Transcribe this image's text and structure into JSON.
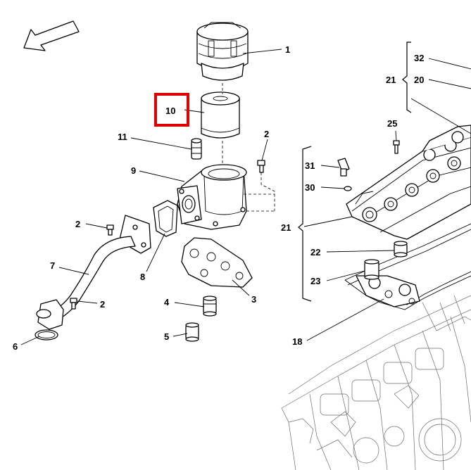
{
  "diagram": {
    "callouts": [
      {
        "id": "c1",
        "text": "1"
      },
      {
        "id": "c2a",
        "text": "2"
      },
      {
        "id": "c2b",
        "text": "2"
      },
      {
        "id": "c2c",
        "text": "2"
      },
      {
        "id": "c3",
        "text": "3"
      },
      {
        "id": "c4",
        "text": "4"
      },
      {
        "id": "c5",
        "text": "5"
      },
      {
        "id": "c6",
        "text": "6"
      },
      {
        "id": "c7",
        "text": "7"
      },
      {
        "id": "c8",
        "text": "8"
      },
      {
        "id": "c9",
        "text": "9"
      },
      {
        "id": "c10",
        "text": "10"
      },
      {
        "id": "c11",
        "text": "11"
      },
      {
        "id": "c18",
        "text": "18"
      },
      {
        "id": "c20",
        "text": "20"
      },
      {
        "id": "c21a",
        "text": "21"
      },
      {
        "id": "c21b",
        "text": "21"
      },
      {
        "id": "c22",
        "text": "22"
      },
      {
        "id": "c23",
        "text": "23"
      },
      {
        "id": "c25",
        "text": "25"
      },
      {
        "id": "c30",
        "text": "30"
      },
      {
        "id": "c31",
        "text": "31"
      },
      {
        "id": "c32",
        "text": "32"
      }
    ],
    "highlight": {
      "callout": "10",
      "color": "#e00000"
    },
    "direction_arrow": "front-arrow-icon"
  }
}
